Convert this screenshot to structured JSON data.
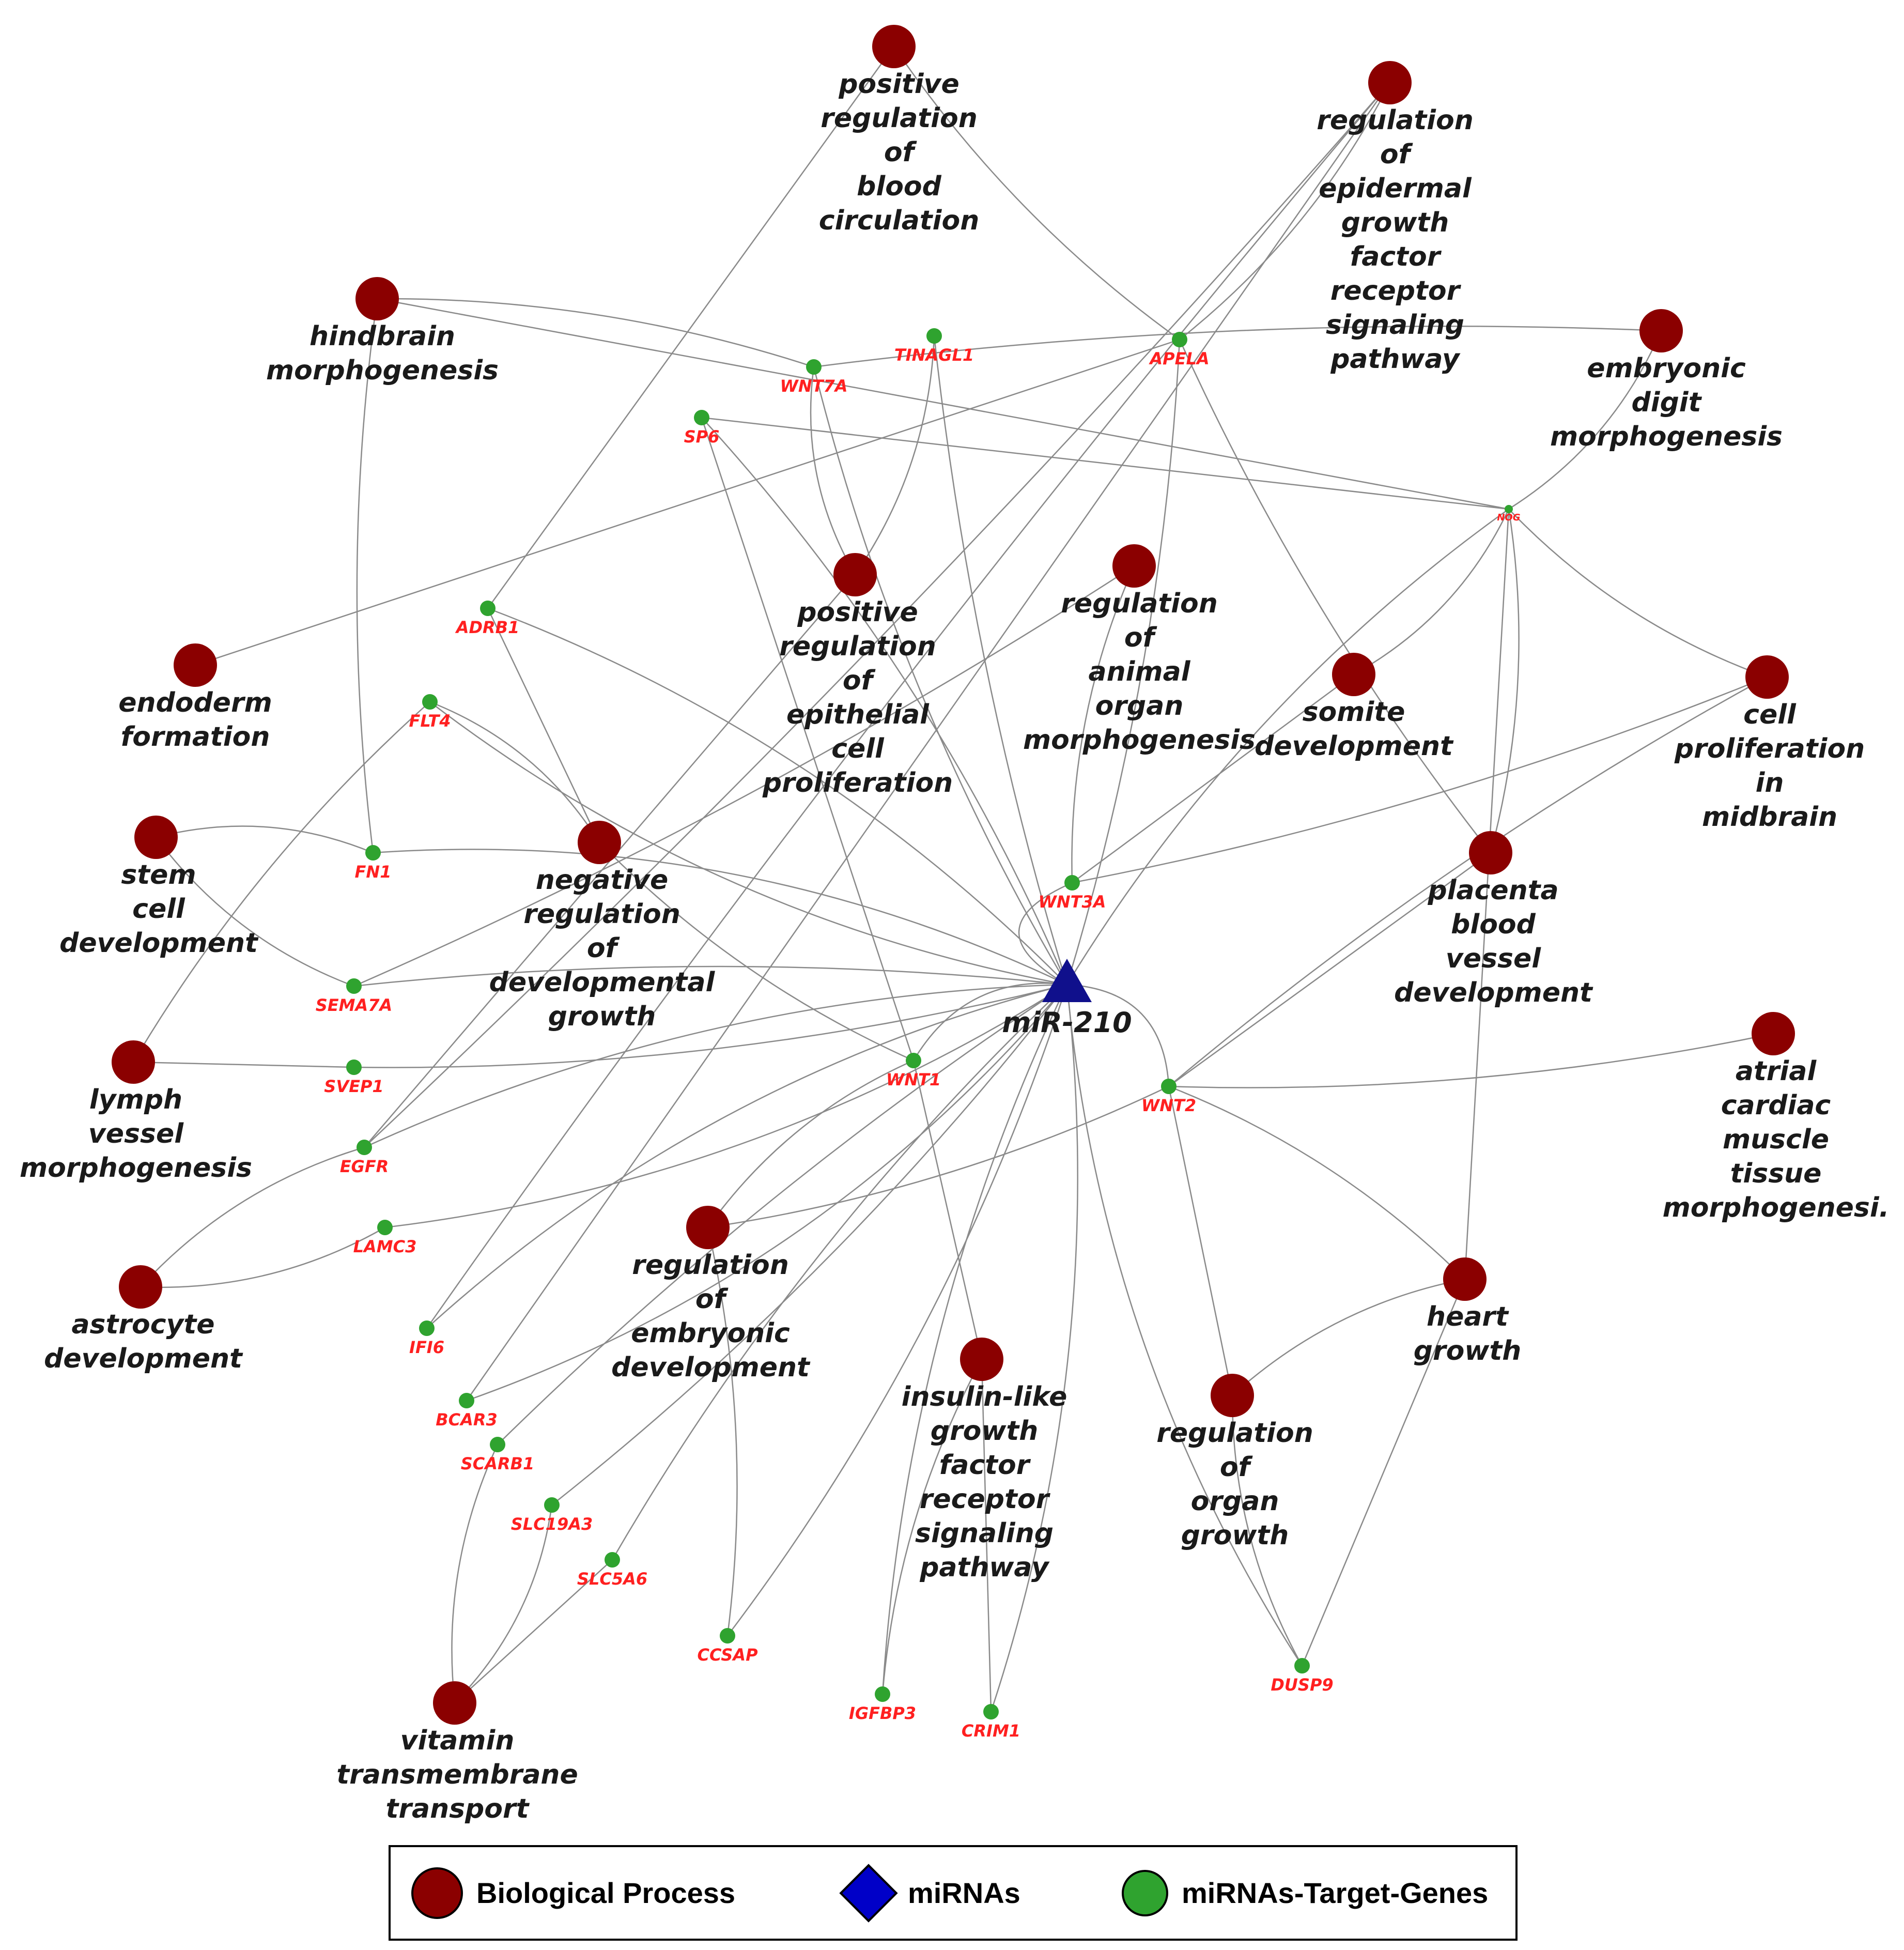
{
  "mirna": {
    "name": "miR-210",
    "color": "#10108c"
  },
  "biological_processes": [
    {
      "id": "bp_pos_blood",
      "label": [
        "positive",
        "regulation",
        "of",
        "blood",
        "circulation"
      ]
    },
    {
      "id": "bp_egfr",
      "label": [
        "regulation",
        "of",
        "epidermal",
        "growth",
        "factor",
        "receptor",
        "signaling",
        "pathway"
      ]
    },
    {
      "id": "bp_hindbrain",
      "label": [
        "hindbrain",
        "morphogenesis"
      ]
    },
    {
      "id": "bp_digit",
      "label": [
        "embryonic",
        "digit",
        "morphogenesis"
      ]
    },
    {
      "id": "bp_epithelial",
      "label": [
        "positive",
        "regulation",
        "of",
        "epithelial",
        "cell",
        "proliferation"
      ]
    },
    {
      "id": "bp_animal_organ",
      "label": [
        "regulation",
        "of",
        "animal",
        "organ",
        "morphogenesis"
      ]
    },
    {
      "id": "bp_endoderm",
      "label": [
        "endoderm",
        "formation"
      ]
    },
    {
      "id": "bp_somite",
      "label": [
        "somite",
        "development"
      ]
    },
    {
      "id": "bp_midbrain",
      "label": [
        "cell",
        "proliferation",
        "in",
        "midbrain"
      ]
    },
    {
      "id": "bp_stem",
      "label": [
        "stem",
        "cell",
        "development"
      ]
    },
    {
      "id": "bp_neg_dev",
      "label": [
        "negative",
        "regulation",
        "of",
        "developmental",
        "growth"
      ]
    },
    {
      "id": "bp_placenta",
      "label": [
        "placenta",
        "blood",
        "vessel",
        "development"
      ]
    },
    {
      "id": "bp_lymph",
      "label": [
        "lymph",
        "vessel",
        "morphogenesis"
      ]
    },
    {
      "id": "bp_atrial",
      "label": [
        "atrial",
        "cardiac",
        "muscle",
        "tissue",
        "morphogenesi."
      ]
    },
    {
      "id": "bp_embryonic",
      "label": [
        "regulation",
        "of",
        "embryonic",
        "development"
      ]
    },
    {
      "id": "bp_astrocyte",
      "label": [
        "astrocyte",
        "development"
      ]
    },
    {
      "id": "bp_heart",
      "label": [
        "heart",
        "growth"
      ]
    },
    {
      "id": "bp_insulin",
      "label": [
        "insulin-like",
        "growth",
        "factor",
        "receptor",
        "signaling",
        "pathway"
      ]
    },
    {
      "id": "bp_organ_growth",
      "label": [
        "regulation",
        "of",
        "organ",
        "growth"
      ]
    },
    {
      "id": "bp_vitamin",
      "label": [
        "vitamin",
        "transmembrane",
        "transport"
      ]
    }
  ],
  "genes": [
    {
      "id": "TINAGL1",
      "label": "TINAGL1"
    },
    {
      "id": "APELA",
      "label": "APELA"
    },
    {
      "id": "WNT7A",
      "label": "WNT7A"
    },
    {
      "id": "SP6",
      "label": "SP6"
    },
    {
      "id": "NOG",
      "label": "NOG"
    },
    {
      "id": "ADRB1",
      "label": "ADRB1"
    },
    {
      "id": "FLT4",
      "label": "FLT4"
    },
    {
      "id": "FN1",
      "label": "FN1"
    },
    {
      "id": "WNT3A",
      "label": "WNT3A"
    },
    {
      "id": "SEMA7A",
      "label": "SEMA7A"
    },
    {
      "id": "SVEP1",
      "label": "SVEP1"
    },
    {
      "id": "WNT1",
      "label": "WNT1"
    },
    {
      "id": "WNT2",
      "label": "WNT2"
    },
    {
      "id": "EGFR",
      "label": "EGFR"
    },
    {
      "id": "LAMC3",
      "label": "LAMC3"
    },
    {
      "id": "IFI6",
      "label": "IFI6"
    },
    {
      "id": "BCAR3",
      "label": "BCAR3"
    },
    {
      "id": "SCARB1",
      "label": "SCARB1"
    },
    {
      "id": "SLC19A3",
      "label": "SLC19A3"
    },
    {
      "id": "SLC5A6",
      "label": "SLC5A6"
    },
    {
      "id": "CCSAP",
      "label": "CCSAP"
    },
    {
      "id": "IGFBP3",
      "label": "IGFBP3"
    },
    {
      "id": "CRIM1",
      "label": "CRIM1"
    },
    {
      "id": "DUSP9",
      "label": "DUSP9"
    }
  ],
  "edges": [
    [
      "APELA",
      "bp_pos_blood"
    ],
    [
      "ADRB1",
      "bp_pos_blood"
    ],
    [
      "WNT7A",
      "bp_hindbrain"
    ],
    [
      "FN1",
      "bp_hindbrain"
    ],
    [
      "NOG",
      "bp_hindbrain"
    ],
    [
      "WNT7A",
      "bp_epithelial"
    ],
    [
      "TINAGL1",
      "bp_epithelial"
    ],
    [
      "SP6",
      "NOG"
    ],
    [
      "NOG",
      "bp_digit"
    ],
    [
      "NOG",
      "bp_somite"
    ],
    [
      "NOG",
      "bp_heart"
    ],
    [
      "NOG",
      "bp_midbrain"
    ],
    [
      "NOG",
      "bp_placenta"
    ],
    [
      "APELA",
      "bp_endoderm"
    ],
    [
      "APELA",
      "bp_placenta"
    ],
    [
      "WNT3A",
      "bp_animal_organ"
    ],
    [
      "WNT3A",
      "bp_somite"
    ],
    [
      "WNT3A",
      "bp_midbrain"
    ],
    [
      "WNT2",
      "bp_midbrain"
    ],
    [
      "WNT2",
      "bp_placenta"
    ],
    [
      "WNT2",
      "bp_atrial"
    ],
    [
      "WNT2",
      "bp_heart"
    ],
    [
      "WNT2",
      "bp_organ_growth"
    ],
    [
      "bp_heart",
      "bp_organ_growth"
    ],
    [
      "DUSP9",
      "bp_organ_growth"
    ],
    [
      "DUSP9",
      "bp_heart"
    ],
    [
      "FN1",
      "bp_stem"
    ],
    [
      "SEMA7A",
      "bp_stem"
    ],
    [
      "SVEP1",
      "bp_lymph"
    ],
    [
      "FLT4",
      "bp_lymph"
    ],
    [
      "FLT4",
      "bp_neg_dev"
    ],
    [
      "ADRB1",
      "bp_neg_dev"
    ],
    [
      "EGFR",
      "bp_astrocyte"
    ],
    [
      "LAMC3",
      "bp_astrocyte"
    ],
    [
      "EGFR",
      "bp_epithelial"
    ],
    [
      "EGFR",
      "bp_egfr"
    ],
    [
      "IFI6",
      "bp_egfr"
    ],
    [
      "BCAR3",
      "bp_egfr"
    ],
    [
      "SCARB1",
      "bp_vitamin"
    ],
    [
      "SLC19A3",
      "bp_vitamin"
    ],
    [
      "SLC5A6",
      "bp_vitamin"
    ],
    [
      "CCSAP",
      "bp_embryonic"
    ],
    [
      "IGFBP3",
      "bp_insulin"
    ],
    [
      "CRIM1",
      "bp_insulin"
    ],
    [
      "WNT1",
      "bp_embryonic"
    ],
    [
      "WNT1",
      "bp_neg_dev"
    ],
    [
      "WNT1",
      "bp_insulin"
    ],
    [
      "SEMA7A",
      "bp_animal_organ"
    ],
    [
      "WNT7A",
      "bp_digit"
    ],
    [
      "SP6",
      "WNT1"
    ],
    [
      "APELA",
      "bp_egfr"
    ],
    [
      "WNT2",
      "bp_embryonic"
    ]
  ],
  "mirna_targets": [
    "TINAGL1",
    "APELA",
    "WNT7A",
    "SP6",
    "NOG",
    "ADRB1",
    "FLT4",
    "FN1",
    "WNT3A",
    "SEMA7A",
    "SVEP1",
    "WNT1",
    "WNT2",
    "EGFR",
    "LAMC3",
    "IFI6",
    "BCAR3",
    "SCARB1",
    "SLC19A3",
    "SLC5A6",
    "CCSAP",
    "IGFBP3",
    "CRIM1",
    "DUSP9"
  ],
  "colors": {
    "bp_fill": "#8b0000",
    "gene_fill": "#2fa32f",
    "gene_text": "#ff2020",
    "edge": "#8a8a8a"
  },
  "legend": {
    "bp_label": "Biological Process",
    "mirna_label": "miRNAs",
    "gene_label": "miRNAs-Target-Genes"
  }
}
